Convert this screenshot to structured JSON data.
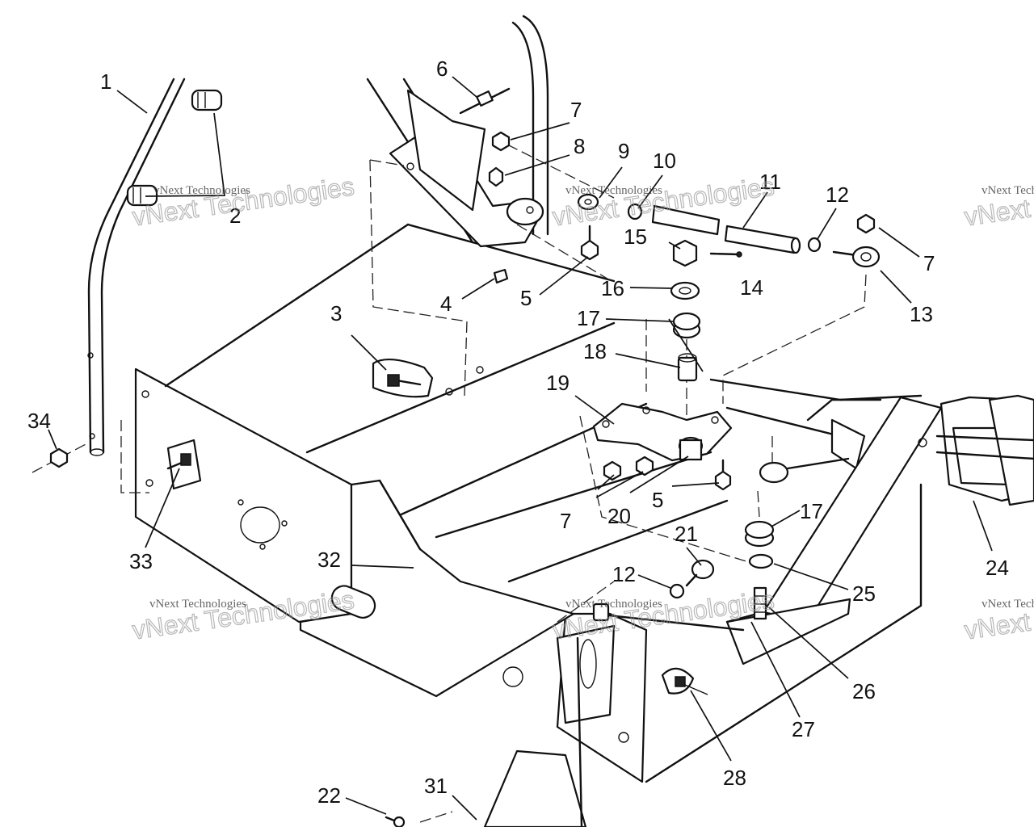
{
  "callouts": [
    {
      "id": "c1",
      "text": "1"
    },
    {
      "id": "c2",
      "text": "2"
    },
    {
      "id": "c3",
      "text": "3"
    },
    {
      "id": "c4",
      "text": "4"
    },
    {
      "id": "c5a",
      "text": "5"
    },
    {
      "id": "c5b",
      "text": "5"
    },
    {
      "id": "c6",
      "text": "6"
    },
    {
      "id": "c7a",
      "text": "7"
    },
    {
      "id": "c7b",
      "text": "7"
    },
    {
      "id": "c7c",
      "text": "7"
    },
    {
      "id": "c8",
      "text": "8"
    },
    {
      "id": "c9",
      "text": "9"
    },
    {
      "id": "c10",
      "text": "10"
    },
    {
      "id": "c11",
      "text": "11"
    },
    {
      "id": "c12a",
      "text": "12"
    },
    {
      "id": "c12b",
      "text": "12"
    },
    {
      "id": "c13",
      "text": "13"
    },
    {
      "id": "c14",
      "text": "14"
    },
    {
      "id": "c15",
      "text": "15"
    },
    {
      "id": "c16",
      "text": "16"
    },
    {
      "id": "c17a",
      "text": "17"
    },
    {
      "id": "c17b",
      "text": "17"
    },
    {
      "id": "c18",
      "text": "18"
    },
    {
      "id": "c19",
      "text": "19"
    },
    {
      "id": "c20",
      "text": "20"
    },
    {
      "id": "c21",
      "text": "21"
    },
    {
      "id": "c22",
      "text": "22"
    },
    {
      "id": "c24",
      "text": "24"
    },
    {
      "id": "c25",
      "text": "25"
    },
    {
      "id": "c26",
      "text": "26"
    },
    {
      "id": "c27",
      "text": "27"
    },
    {
      "id": "c28",
      "text": "28"
    },
    {
      "id": "c31",
      "text": "31"
    },
    {
      "id": "c32",
      "text": "32"
    },
    {
      "id": "c33",
      "text": "33"
    },
    {
      "id": "c34",
      "text": "34"
    }
  ],
  "watermark": {
    "small": "vNext Technologies",
    "large": "vNext Technologies"
  }
}
